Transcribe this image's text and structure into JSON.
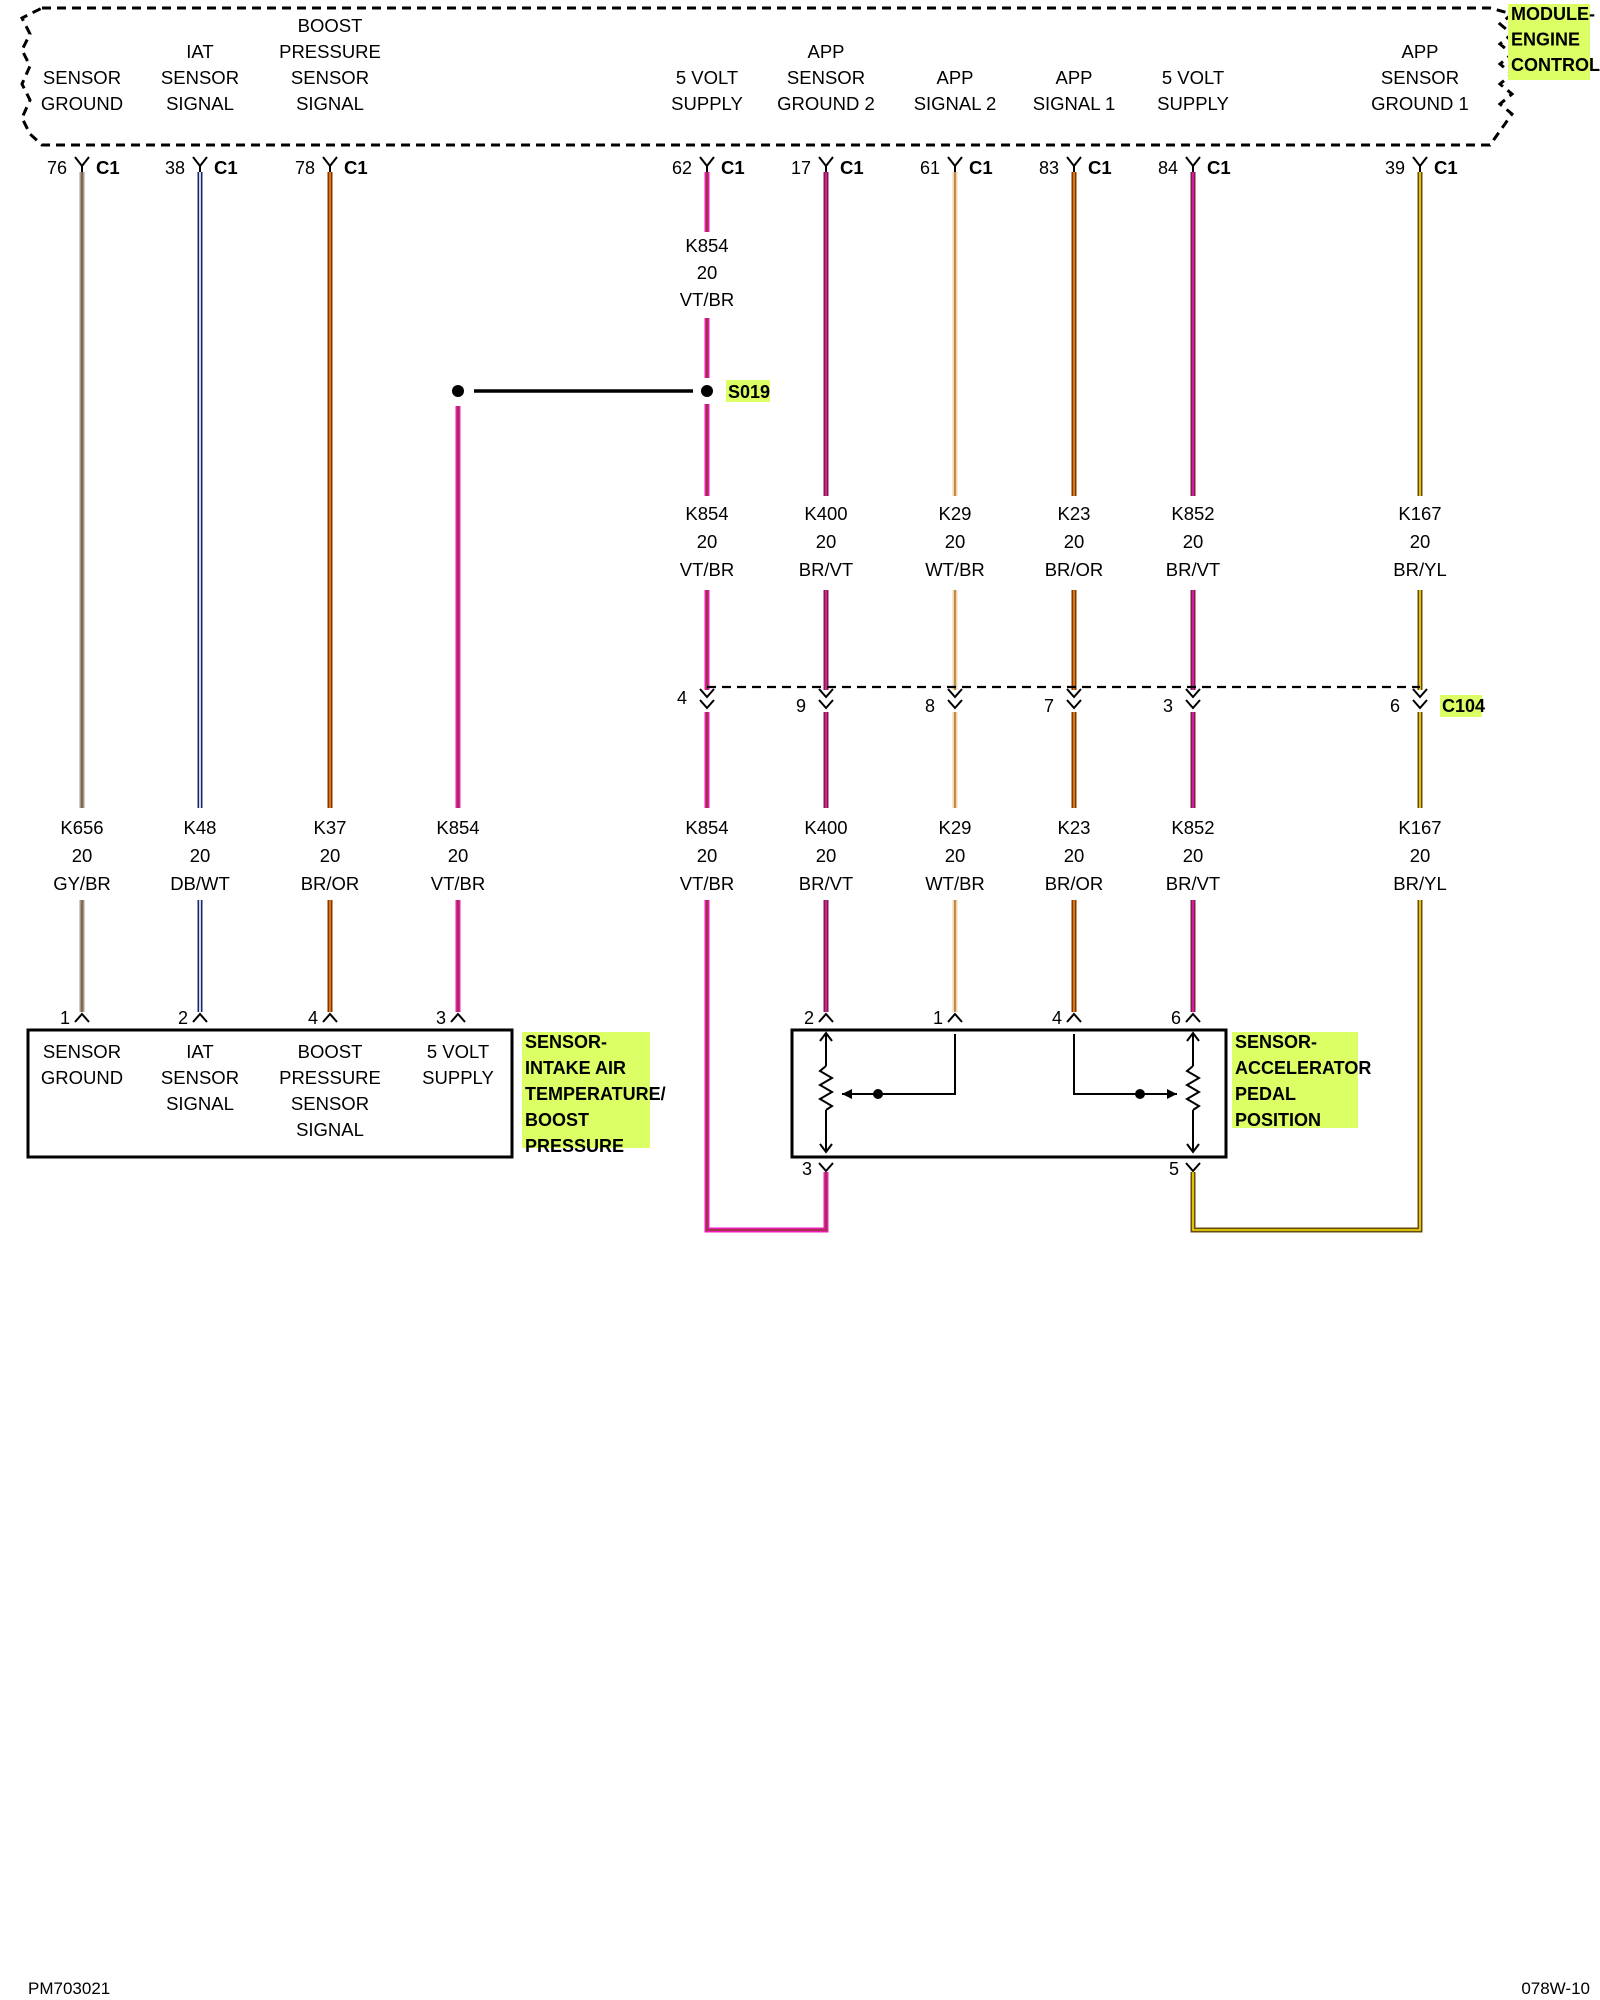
{
  "module": {
    "name": [
      "MODULE-",
      "ENGINE",
      "CONTROL"
    ],
    "connector": "C1",
    "pins": [
      {
        "id": "sensor-ground",
        "label": [
          "SENSOR",
          "GROUND"
        ],
        "pin": "76"
      },
      {
        "id": "iat-signal",
        "label": [
          "IAT",
          "SENSOR",
          "SIGNAL"
        ],
        "pin": "38"
      },
      {
        "id": "boost-signal",
        "label": [
          "BOOST",
          "PRESSURE",
          "SENSOR",
          "SIGNAL"
        ],
        "pin": "78"
      },
      {
        "id": "5v-supply-a",
        "label": [
          "5 VOLT",
          "SUPPLY"
        ],
        "pin": "62"
      },
      {
        "id": "app-ground-2",
        "label": [
          "APP",
          "SENSOR",
          "GROUND 2"
        ],
        "pin": "17"
      },
      {
        "id": "app-signal-2",
        "label": [
          "APP",
          "SIGNAL 2"
        ],
        "pin": "61"
      },
      {
        "id": "app-signal-1",
        "label": [
          "APP",
          "SIGNAL 1"
        ],
        "pin": "83"
      },
      {
        "id": "5v-supply-b",
        "label": [
          "5 VOLT",
          "SUPPLY"
        ],
        "pin": "84"
      },
      {
        "id": "app-ground-1",
        "label": [
          "APP",
          "SENSOR",
          "GROUND 1"
        ],
        "pin": "39"
      }
    ]
  },
  "splice": {
    "name": "S019"
  },
  "inline_connector": {
    "name": "C104",
    "pins": [
      {
        "id": "k854",
        "pin": "4"
      },
      {
        "id": "k400",
        "pin": "9"
      },
      {
        "id": "k29",
        "pin": "8"
      },
      {
        "id": "k23",
        "pin": "7"
      },
      {
        "id": "k852",
        "pin": "3"
      },
      {
        "id": "k167",
        "pin": "6"
      }
    ]
  },
  "wires": [
    {
      "id": "k656",
      "circuit": "K656",
      "gauge": "20",
      "color_code": "GY/BR",
      "colors": [
        "#9a9a9a",
        "#8b5a2b"
      ]
    },
    {
      "id": "k48",
      "circuit": "K48",
      "gauge": "20",
      "color_code": "DB/WT",
      "colors": [
        "#1b2a6b",
        "#ffffff"
      ]
    },
    {
      "id": "k37",
      "circuit": "K37",
      "gauge": "20",
      "color_code": "BR/OR",
      "colors": [
        "#7a3a10",
        "#ff8000"
      ]
    },
    {
      "id": "k854",
      "circuit": "K854",
      "gauge": "20",
      "color_code": "VT/BR",
      "colors": [
        "#ee1ab8",
        "#8b3a2b"
      ]
    },
    {
      "id": "k400",
      "circuit": "K400",
      "gauge": "20",
      "color_code": "BR/VT",
      "colors": [
        "#7a2040",
        "#ee1ab8"
      ]
    },
    {
      "id": "k29",
      "circuit": "K29",
      "gauge": "20",
      "color_code": "WT/BR",
      "colors": [
        "#f2d6a8",
        "#b07a3a"
      ]
    },
    {
      "id": "k23",
      "circuit": "K23",
      "gauge": "20",
      "color_code": "BR/OR",
      "colors": [
        "#7a3a10",
        "#ff8000"
      ]
    },
    {
      "id": "k852",
      "circuit": "K852",
      "gauge": "20",
      "color_code": "BR/VT",
      "colors": [
        "#7a2040",
        "#ee1ab8"
      ]
    },
    {
      "id": "k167",
      "circuit": "K167",
      "gauge": "20",
      "color_code": "BR/YL",
      "colors": [
        "#6b4a10",
        "#f5e400"
      ]
    }
  ],
  "components": {
    "iat_sensor": {
      "name": [
        "SENSOR-",
        "INTAKE AIR",
        "TEMPERATURE/",
        "BOOST",
        "PRESSURE"
      ],
      "pins": [
        {
          "id": "ground",
          "label": [
            "SENSOR",
            "GROUND"
          ],
          "pin": "1"
        },
        {
          "id": "iat",
          "label": [
            "IAT",
            "SENSOR",
            "SIGNAL"
          ],
          "pin": "2"
        },
        {
          "id": "boost",
          "label": [
            "BOOST",
            "PRESSURE",
            "SENSOR",
            "SIGNAL"
          ],
          "pin": "4"
        },
        {
          "id": "supply",
          "label": [
            "5 VOLT",
            "SUPPLY"
          ],
          "pin": "3"
        }
      ]
    },
    "app_sensor": {
      "name": [
        "SENSOR-",
        "ACCELERATOR",
        "PEDAL",
        "POSITION"
      ],
      "pins": [
        {
          "id": "k400",
          "pin": "2"
        },
        {
          "id": "k29",
          "pin": "1"
        },
        {
          "id": "k23",
          "pin": "4"
        },
        {
          "id": "k852",
          "pin": "6"
        },
        {
          "id": "bottom-left",
          "pin": "3"
        },
        {
          "id": "bottom-right",
          "pin": "5"
        }
      ]
    }
  },
  "footer": {
    "left": "PM703021",
    "right": "078W-10"
  },
  "colors": {
    "highlight": "#ddff66",
    "link_wire": "#000000"
  }
}
